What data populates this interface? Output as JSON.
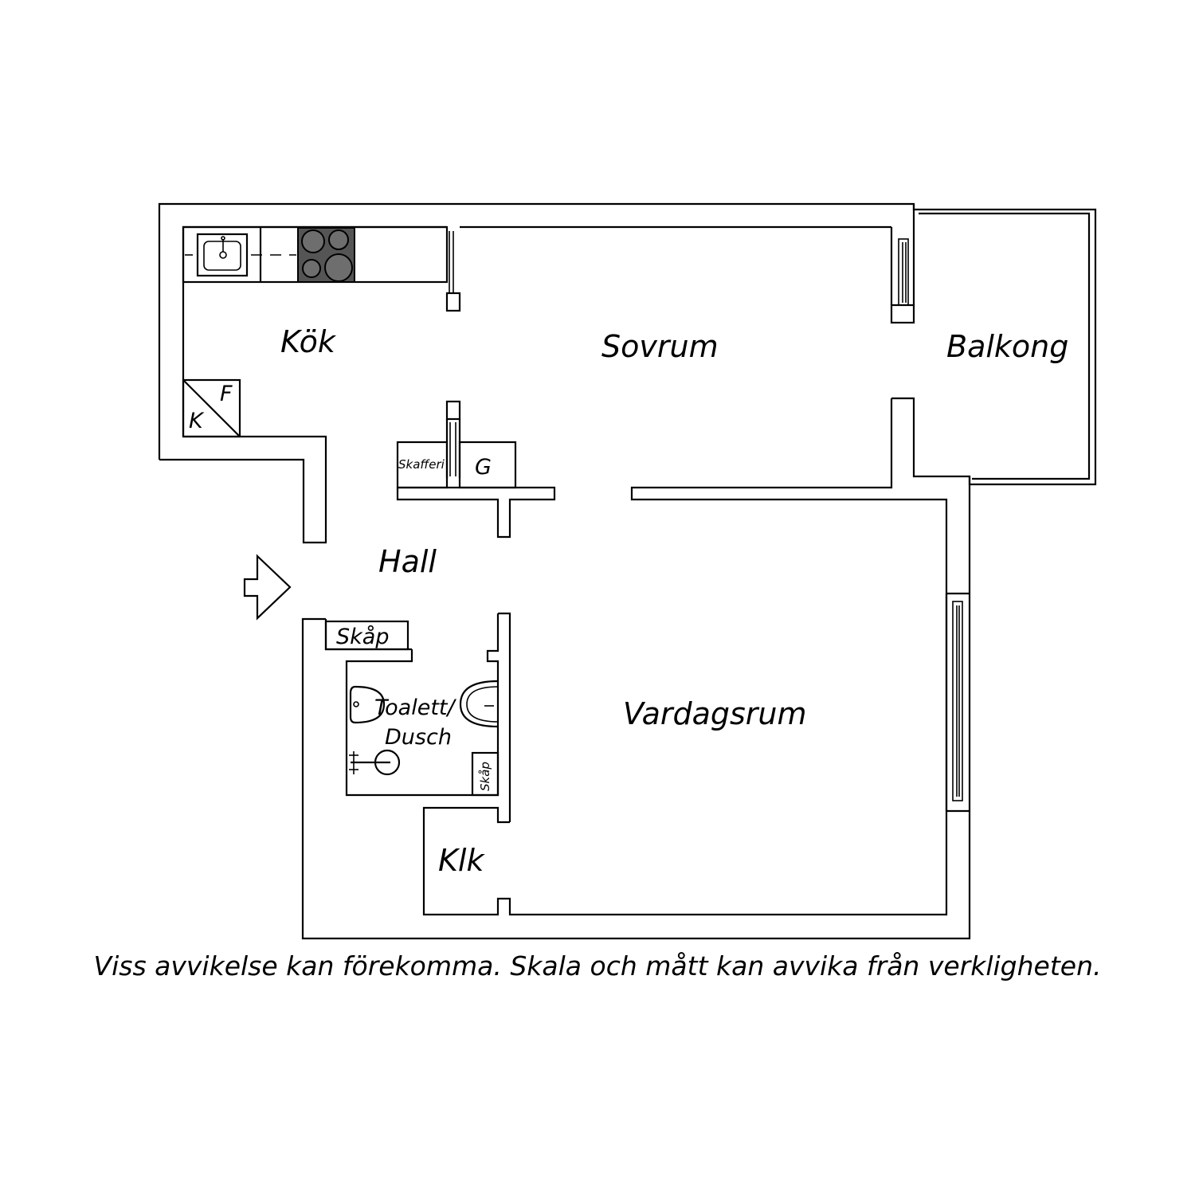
{
  "rooms": {
    "kitchen": "Kök",
    "bedroom": "Sovrum",
    "balcony": "Balkong",
    "hall": "Hall",
    "living": "Vardagsrum",
    "closet": "Klk",
    "bath_line1": "Toalett/",
    "bath_line2": "Dusch"
  },
  "fixtures": {
    "fridge": "F",
    "freezer": "K",
    "pantry": "Skafferi",
    "wardrobe": "G",
    "hall_cabinet": "Skåp",
    "bath_cabinet": "Skåp"
  },
  "disclaimer": "Viss avvikelse kan förekomma. Skala och mått kan avvika från verkligheten.",
  "colors": {
    "stroke": "#000000",
    "stove": "#555555",
    "background": "#ffffff"
  }
}
